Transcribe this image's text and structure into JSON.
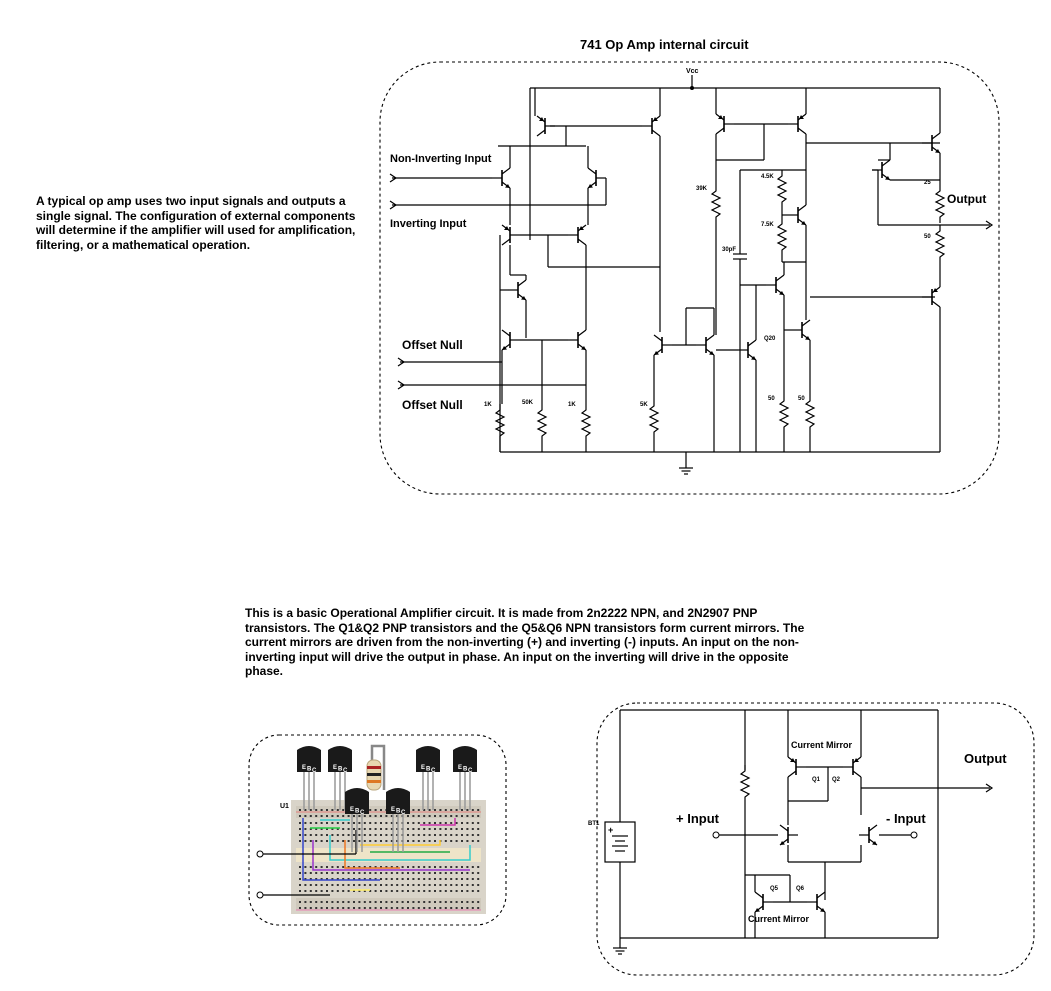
{
  "intro_text": "A typical op amp uses two input signals and outputs a single signal.  The configuration of external components will determine if the amplifier will used for amplification, filtering, or a mathematical operation.",
  "circuit741": {
    "title": "741 Op Amp internal circuit",
    "vcc": "Vcc",
    "non_inverting_input": "Non-Inverting Input",
    "inverting_input": "Inverting Input",
    "offset_null_1": "Offset Null",
    "offset_null_2": "Offset Null",
    "output": "Output",
    "r_1k_a": "1K",
    "r_50k": "50K",
    "r_1k_b": "1K",
    "r_5k": "5K",
    "r_39k": "39K",
    "cap_30pf": "30pF",
    "r_4_5k": "4.5K",
    "r_7_5k": "7.5K",
    "r_25": "25",
    "r_50_out": "50",
    "r_50_a": "50",
    "r_50_b": "50",
    "q20": "Q20"
  },
  "basic_text": "This is a basic Operational Amplifier circuit.  It is made from 2n2222 NPN, and 2N2907 PNP transistors.  The Q1&Q2 PNP transistors and the Q5&Q6 NPN transistors form current mirrors.  The current mirrors are driven from the non-inverting (+) and inverting (-) inputs.  An input on the non-inverting input will drive the output in phase.  An input on the inverting will drive in the opposite phase.",
  "breadboard": {
    "u1": "U1",
    "pin_e": "E",
    "pin_b": "B",
    "pin_c": "C"
  },
  "basic_circuit": {
    "bt1": "BT1",
    "plus_input": "+ Input",
    "minus_input": "- Input",
    "output": "Output",
    "current_mirror_top": "Current Mirror",
    "current_mirror_bottom": "Current Mirror",
    "q1": "Q1",
    "q2": "Q2",
    "q5": "Q5",
    "q6": "Q6"
  }
}
